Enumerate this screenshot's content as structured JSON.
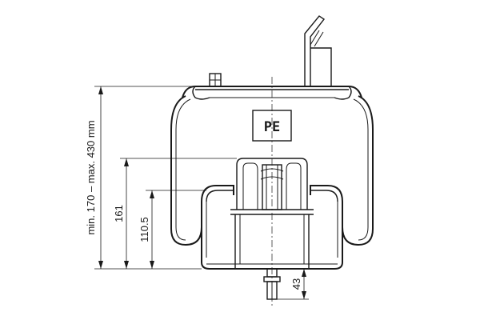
{
  "dimensions": {
    "overall_height": "min. 170 – max. 430 mm",
    "body_height": "161",
    "piston_height": "110.5",
    "stud_length": "43"
  },
  "logo": {
    "text": "PE"
  }
}
